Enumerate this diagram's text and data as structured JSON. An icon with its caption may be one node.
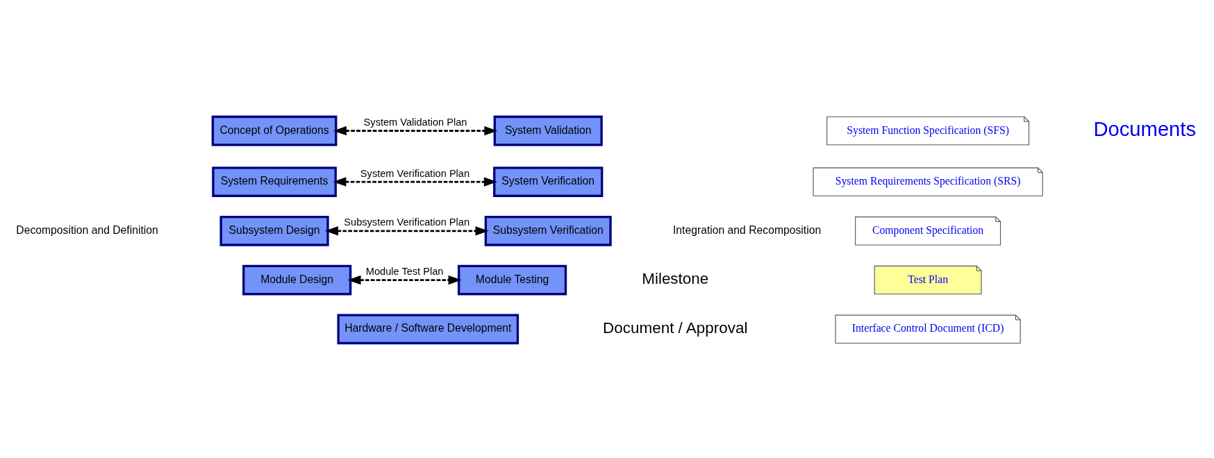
{
  "diagram": {
    "nodes": [
      {
        "text": [
          "Concept of Operations"
        ]
      },
      {
        "text": [
          "System Requirements"
        ]
      },
      {
        "text": [
          "Subsystem Design"
        ]
      },
      {
        "text": [
          "Module Design"
        ]
      },
      {
        "text": [
          "Hardware / Software Development"
        ]
      },
      {
        "text": [
          "Module Testing"
        ]
      },
      {
        "text": [
          "Subsystem Verification"
        ]
      },
      {
        "text": [
          "System Verification"
        ]
      },
      {
        "text": [
          "System Validation"
        ]
      },
      {
        "text": [
          "System Function Specification (SFS)"
        ]
      },
      {
        "text": [
          "System Requirements Specification (SRS)"
        ]
      },
      {
        "text": [
          "Component Specification"
        ]
      },
      {
        "text": [
          "Test Plan"
        ]
      },
      {
        "text": [
          "Interface Control Document (ICD)"
        ]
      }
    ],
    "edges": [
      {
        "from": 0,
        "to": 8,
        "arrow": "both",
        "label": "System Validation Plan",
        "style": "dashed"
      },
      {
        "from": 1,
        "to": 7,
        "arrow": "both",
        "label": "System Verification Plan",
        "style": "dashed"
      },
      {
        "from": 2,
        "to": 6,
        "arrow": "both",
        "label": "Subsystem Verification Plan",
        "style": "dashed"
      },
      {
        "from": 3,
        "to": 5,
        "arrow": "both",
        "label": "Module Test Plan",
        "style": "dashed"
      }
    ],
    "labels": [
      "Decomposition and Definition",
      "Integration and Recomposition",
      "Milestone",
      "Document / Approval",
      "Documents"
    ]
  }
}
